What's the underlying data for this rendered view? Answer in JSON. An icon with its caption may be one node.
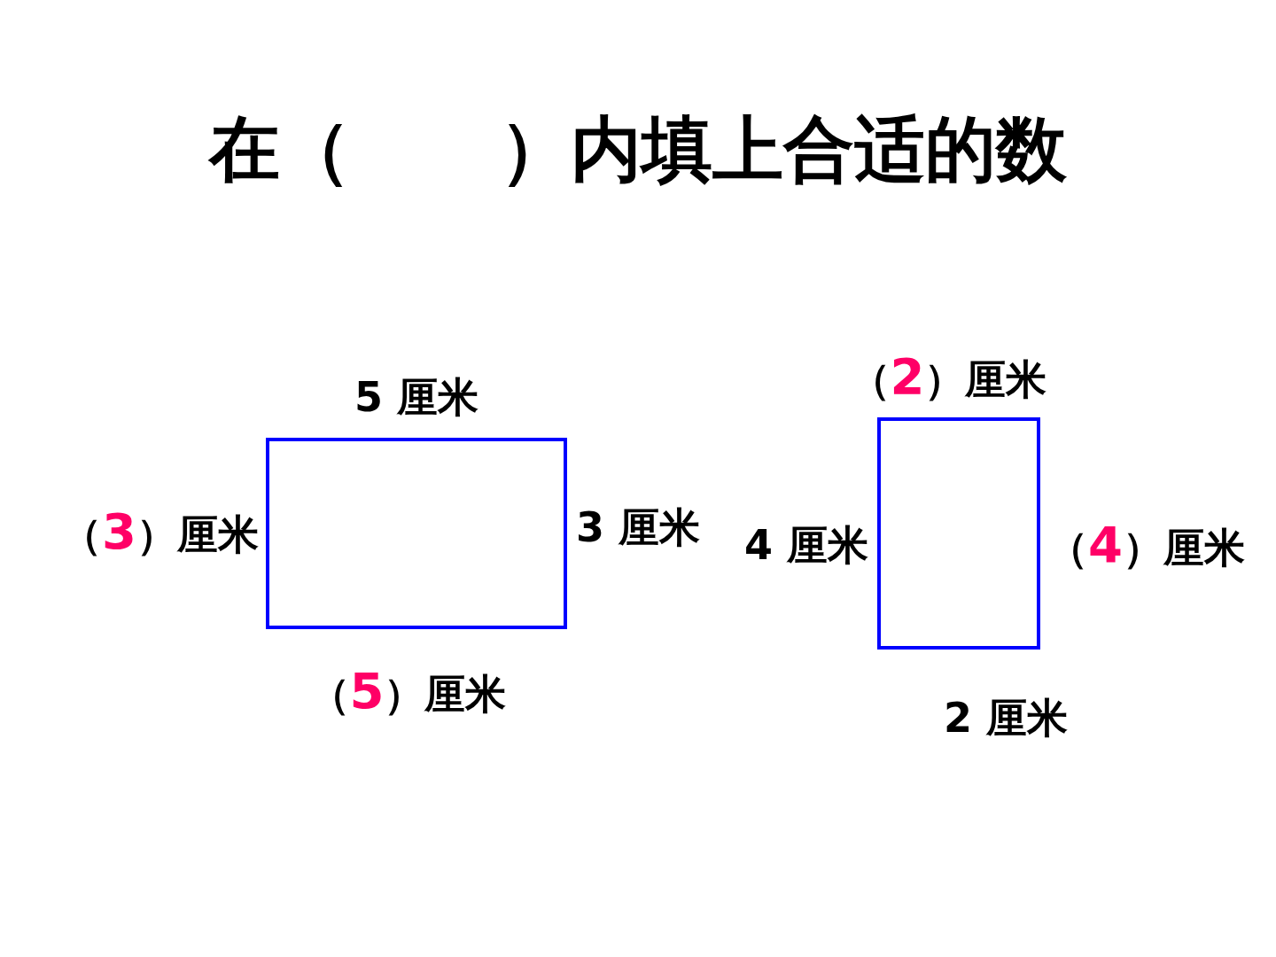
{
  "diagram": {
    "title": "在（      ）内填上合适的数",
    "nodes": [
      {
        "text": [],
        "shape": "box",
        "beside": [
          "5 厘米",
          "（3）厘米",
          "3 厘米",
          "（5）厘米"
        ]
      },
      {
        "text": [],
        "shape": "box",
        "beside": [
          "（2）厘米",
          "4 厘米",
          "（4）厘米",
          "2 厘米"
        ]
      }
    ]
  }
}
